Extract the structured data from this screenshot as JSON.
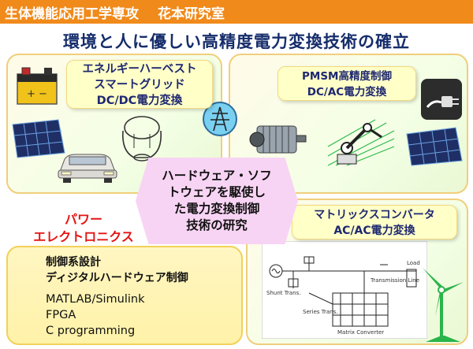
{
  "header": {
    "department": "生体機能応用工学専攻",
    "lab_name": "花本研究室"
  },
  "title": "環境と人に優しい高精度電力変換技術の確立",
  "panels": {
    "top_left": {
      "lines": [
        "エネルギーハーベスト",
        "スマートグリッド",
        "DC/DC電力変換"
      ]
    },
    "top_right": {
      "lines": [
        "PMSM高精度制御",
        "DC/AC電力変換"
      ]
    },
    "bottom_right": {
      "lines": [
        "マトリックスコンバータ",
        "AC/AC電力変換"
      ]
    },
    "bottom_left": {
      "heading_lines": [
        "制御系設計",
        "ディジタルハードウェア制御"
      ],
      "tools": [
        "MATLAB/Simulink",
        "FPGA",
        "C programming"
      ]
    }
  },
  "center": {
    "lines": [
      "ハードウェア・ソフ",
      "トウェアを駆使し",
      "た電力変換制御",
      "技術の研究"
    ]
  },
  "power_electronics": {
    "lines": [
      "パワー",
      "エレクトロニクス"
    ]
  },
  "diagram": {
    "labels": [
      "Shunt Trans.",
      "Series Trans.",
      "Transmission Line",
      "Load",
      "Matrix Converter"
    ]
  },
  "colors": {
    "header_bg": "#f08a1a",
    "title": "#162d6b",
    "label_text": "#1e2870",
    "power": "#e41414",
    "hex_bg": "#f8d4f4"
  },
  "icons": [
    "battery-icon",
    "solar-panel-icon",
    "car-icon",
    "light-bulb-icon",
    "power-tower-icon",
    "motor-icon",
    "robot-arm-icon",
    "plug-icon",
    "wind-turbine-icon",
    "circuit-diagram"
  ]
}
